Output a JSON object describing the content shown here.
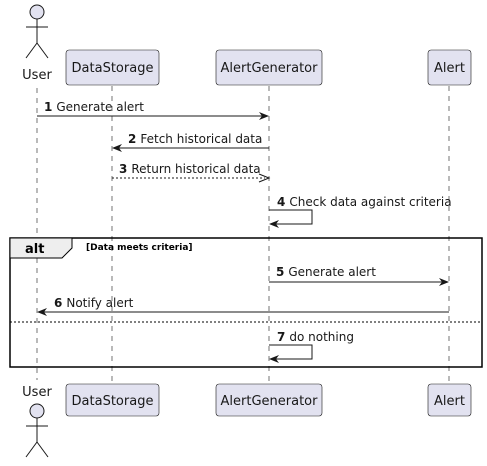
{
  "participants": [
    {
      "id": "user",
      "kind": "actor",
      "name": "User"
    },
    {
      "id": "storage",
      "kind": "box",
      "name": "DataStorage"
    },
    {
      "id": "generator",
      "kind": "box",
      "name": "AlertGenerator"
    },
    {
      "id": "alert",
      "kind": "box",
      "name": "Alert"
    }
  ],
  "messages": [
    {
      "number": "1",
      "text": "Generate alert",
      "from": "user",
      "to": "generator",
      "style": "solid"
    },
    {
      "number": "2",
      "text": "Fetch historical data",
      "from": "generator",
      "to": "storage",
      "style": "solid"
    },
    {
      "number": "3",
      "text": "Return historical data",
      "from": "storage",
      "to": "generator",
      "style": "dashed"
    },
    {
      "number": "4",
      "text": "Check data against criteria",
      "from": "generator",
      "to": "generator",
      "style": "self"
    },
    {
      "number": "5",
      "text": "Generate alert",
      "from": "generator",
      "to": "alert",
      "style": "solid"
    },
    {
      "number": "6",
      "text": "Notify alert",
      "from": "alert",
      "to": "user",
      "style": "solid"
    },
    {
      "number": "7",
      "text": "do nothing",
      "from": "generator",
      "to": "generator",
      "style": "self"
    }
  ],
  "fragment": {
    "keyword": "alt",
    "guard": "[Data meets criteria]"
  },
  "colors": {
    "box_fill": "#e2e2f0",
    "box_stroke": "#181818",
    "lifeline": "#181818",
    "frame": "#000000"
  }
}
